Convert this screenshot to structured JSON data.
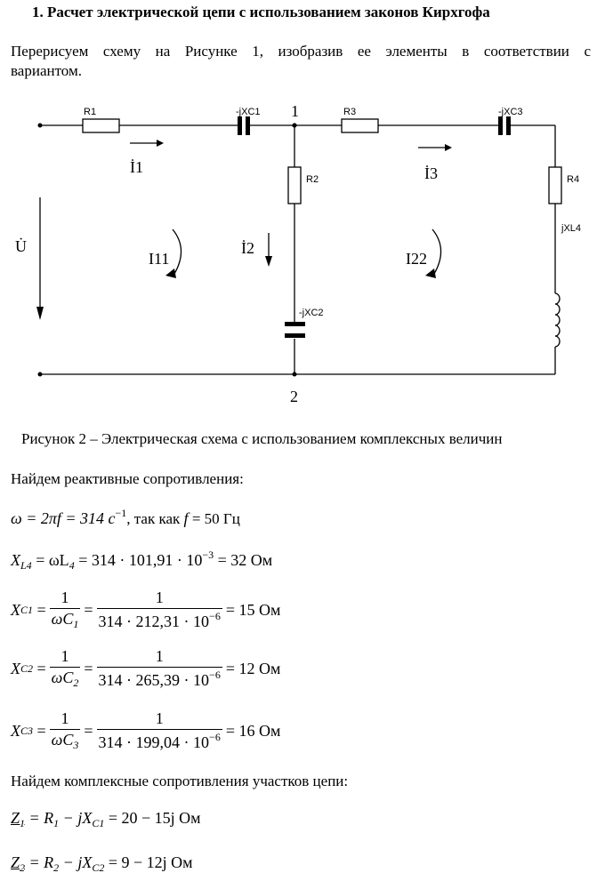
{
  "title": "1.  Расчет электрической цепи с использованием законов Кирхгофа",
  "intro_line1": "Перерисуем схему на Рисунке 1, изобразив ее элементы в соответствии с",
  "intro_line2": "вариантом.",
  "circuit": {
    "R1": "R1",
    "C1": "-jXC1",
    "node1": "1",
    "R3": "R3",
    "C3": "-jXC3",
    "I1": "İ1",
    "I3": "İ3",
    "R2": "R2",
    "R4": "R4",
    "U": "U̇",
    "I11": "I11",
    "I2": "İ2",
    "I22": "I22",
    "L4": "jXL4",
    "C2": "-jXC2",
    "node2": "2"
  },
  "caption": "Рисунок 2 – Электрическая схема с использованием комплексных величин",
  "reactive_heading": "Найдем реактивные сопротивления:",
  "omega": {
    "lhs": "ω = 2πf = 314 с",
    "exp": "−1",
    "rest": ", так как ",
    "f": "f",
    "f_val": " = 50 Гц"
  },
  "xl4": {
    "lhs": "X",
    "sub": "L4",
    "eq": " = ωL",
    "sub2": "4",
    "rhs": " = 314 · 101,91 · 10",
    "exp": "−3",
    "res": " = 32 Ом"
  },
  "xc": [
    {
      "sub": "C1",
      "csub": "1",
      "den": "314 · 212,31 · 10",
      "exp": "−6",
      "res": "= 15 Ом"
    },
    {
      "sub": "C2",
      "csub": "2",
      "den": "314 · 265,39 · 10",
      "exp": "−6",
      "res": "= 12 Ом"
    },
    {
      "sub": "C3",
      "csub": "3",
      "den": "314 · 199,04 · 10",
      "exp": "−6",
      "res": "= 16 Ом"
    }
  ],
  "frac_one": "1",
  "frac_den_prefix": "ωC",
  "complex_heading": "Найдем комплексные сопротивления участков цепи:",
  "z1": {
    "name": "Z",
    "sub": "1",
    "rhs": " = R",
    "rsub": "1",
    "mid": " − jX",
    "xsub": "C1",
    "res": " = 20 − 15j Ом"
  },
  "z2": {
    "name": "Z",
    "sub": "2",
    "rhs": " = R",
    "rsub": "2",
    "mid": " − jX",
    "xsub": "C2",
    "res": " = 9 − 12j Ом"
  }
}
